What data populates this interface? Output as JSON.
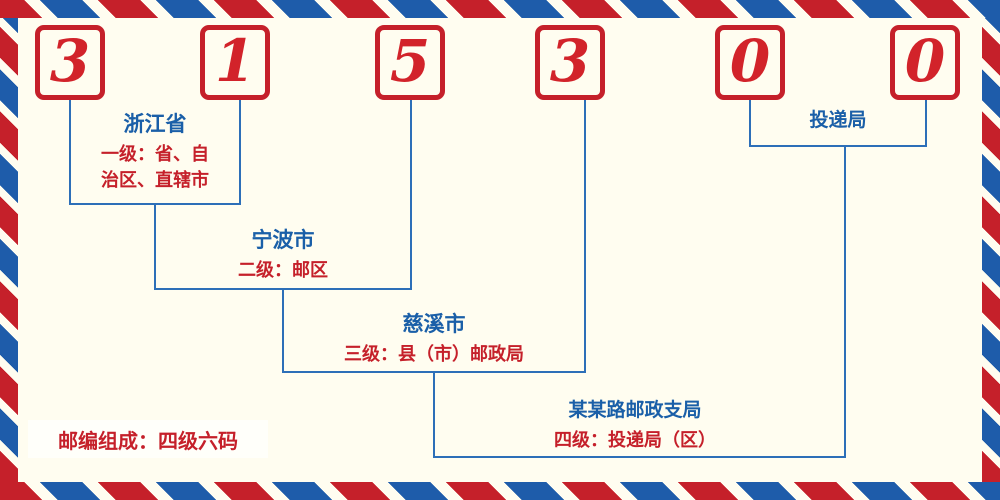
{
  "digits": [
    "3",
    "1",
    "5",
    "3",
    "0",
    "0"
  ],
  "levels": {
    "level1": {
      "place": "浙江省",
      "desc_line1": "一级：省、自",
      "desc_line2": "治区、直辖市"
    },
    "level2": {
      "place": "宁波市",
      "desc": "二级：邮区"
    },
    "level3": {
      "place": "慈溪市",
      "desc": "三级：县（市）邮政局"
    },
    "level4": {
      "place": "某某路邮政支局",
      "desc": "四级：投递局（区）"
    },
    "delivery_office": {
      "label": "投递局"
    }
  },
  "footer": {
    "text": "邮编组成：四级六码"
  },
  "colors": {
    "digit_red": "#d2232a",
    "label_blue": "#1a5fa8",
    "label_red": "#c5202a",
    "line_blue": "#2d6fb8",
    "background": "#fffdf0"
  }
}
